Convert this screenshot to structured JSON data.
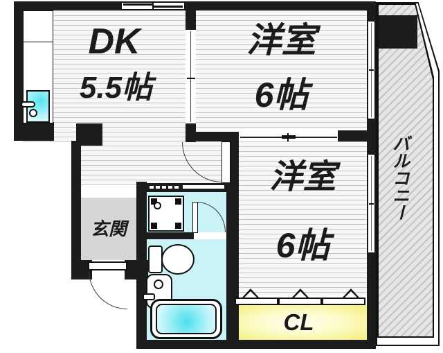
{
  "plan_title": "apartment-floor-plan",
  "rooms": {
    "dk": {
      "name": "DK",
      "size": "5.5帖"
    },
    "bedroom_top": {
      "name": "洋室",
      "size": "6帖"
    },
    "bedroom_right": {
      "name": "洋室",
      "size": "6帖"
    },
    "entrance": {
      "name": "玄関"
    },
    "closet": {
      "name": "CL"
    },
    "balcony": {
      "name": "バルコニー"
    }
  },
  "colors": {
    "wall": "#1c1c1c",
    "floor_bg": "#f7f7f7",
    "floor_line": "#c6c6c6",
    "entrance_gray": "#d6d6d6",
    "bath_cyan": "#c9f3f6",
    "tub_cyan": "#49e0ee",
    "closet_yellow": "#f2ee7e",
    "balcony_gray": "#e6e6e6"
  }
}
